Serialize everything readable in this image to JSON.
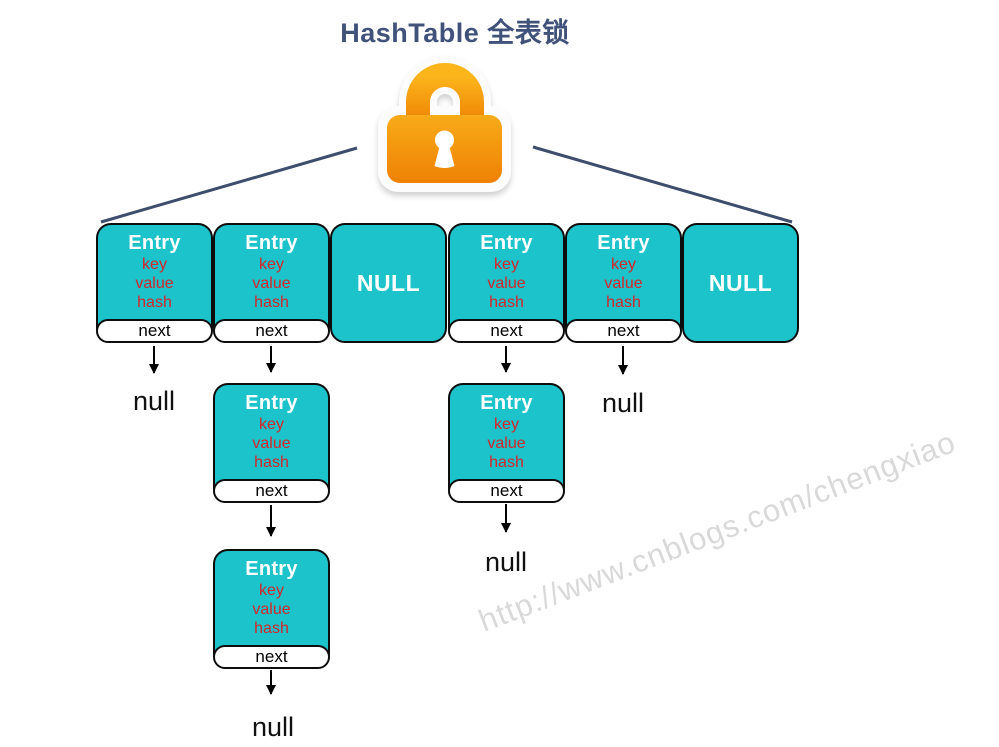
{
  "title": "HashTable 全表锁",
  "watermark": "http://www.cnblogs.com/chengxiao",
  "labels": {
    "entry": "Entry",
    "key": "key",
    "value": "value",
    "hash": "hash",
    "next": "next",
    "null_slot": "NULL",
    "null_ref": "null"
  },
  "structure": {
    "description": "HashTable protected by one global lock covering the whole bucket array",
    "buckets": [
      "entry",
      "entry",
      "NULL",
      "entry",
      "entry",
      "NULL"
    ],
    "chains": [
      {
        "bucket_index": 0,
        "nodes": [
          "Entry"
        ],
        "terminates": "null"
      },
      {
        "bucket_index": 1,
        "nodes": [
          "Entry",
          "Entry",
          "Entry"
        ],
        "terminates": "null"
      },
      {
        "bucket_index": 3,
        "nodes": [
          "Entry",
          "Entry"
        ],
        "terminates": "null"
      },
      {
        "bucket_index": 4,
        "nodes": [
          "Entry"
        ],
        "terminates": "null"
      }
    ]
  },
  "colors": {
    "bucket_fill": "#1cc3ca",
    "field_text": "#d3262b",
    "title_text": "#40527a",
    "line": "#3d4e6d",
    "lock_gradient_top": "#fcb61c",
    "lock_gradient_bottom": "#ee8303",
    "watermark": "#d9d9d9"
  }
}
